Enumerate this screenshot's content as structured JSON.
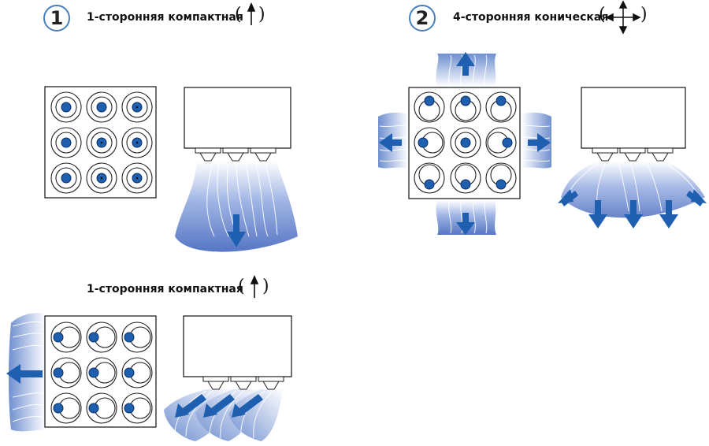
{
  "section1": {
    "number": "1",
    "title": "1-сторонняя компактная",
    "paren_open": "(",
    "paren_close": ")"
  },
  "section2": {
    "number": "2",
    "title": "4-сторонняя коническая",
    "paren_open": "(",
    "paren_close": ")"
  },
  "section3": {
    "title": "1-сторонняя компактная",
    "paren_open": "(",
    "paren_close": ")"
  },
  "colors": {
    "accent": "#1f5fb0",
    "flow": "#6f8fd0",
    "outline": "#222222",
    "badge": "#4a7fbf"
  },
  "icons": [
    "arrow-up-icon",
    "four-way-arrow-icon",
    "flow-down-arrow-icon",
    "flow-left-arrow-icon",
    "diffuser-nozzle-icon"
  ]
}
